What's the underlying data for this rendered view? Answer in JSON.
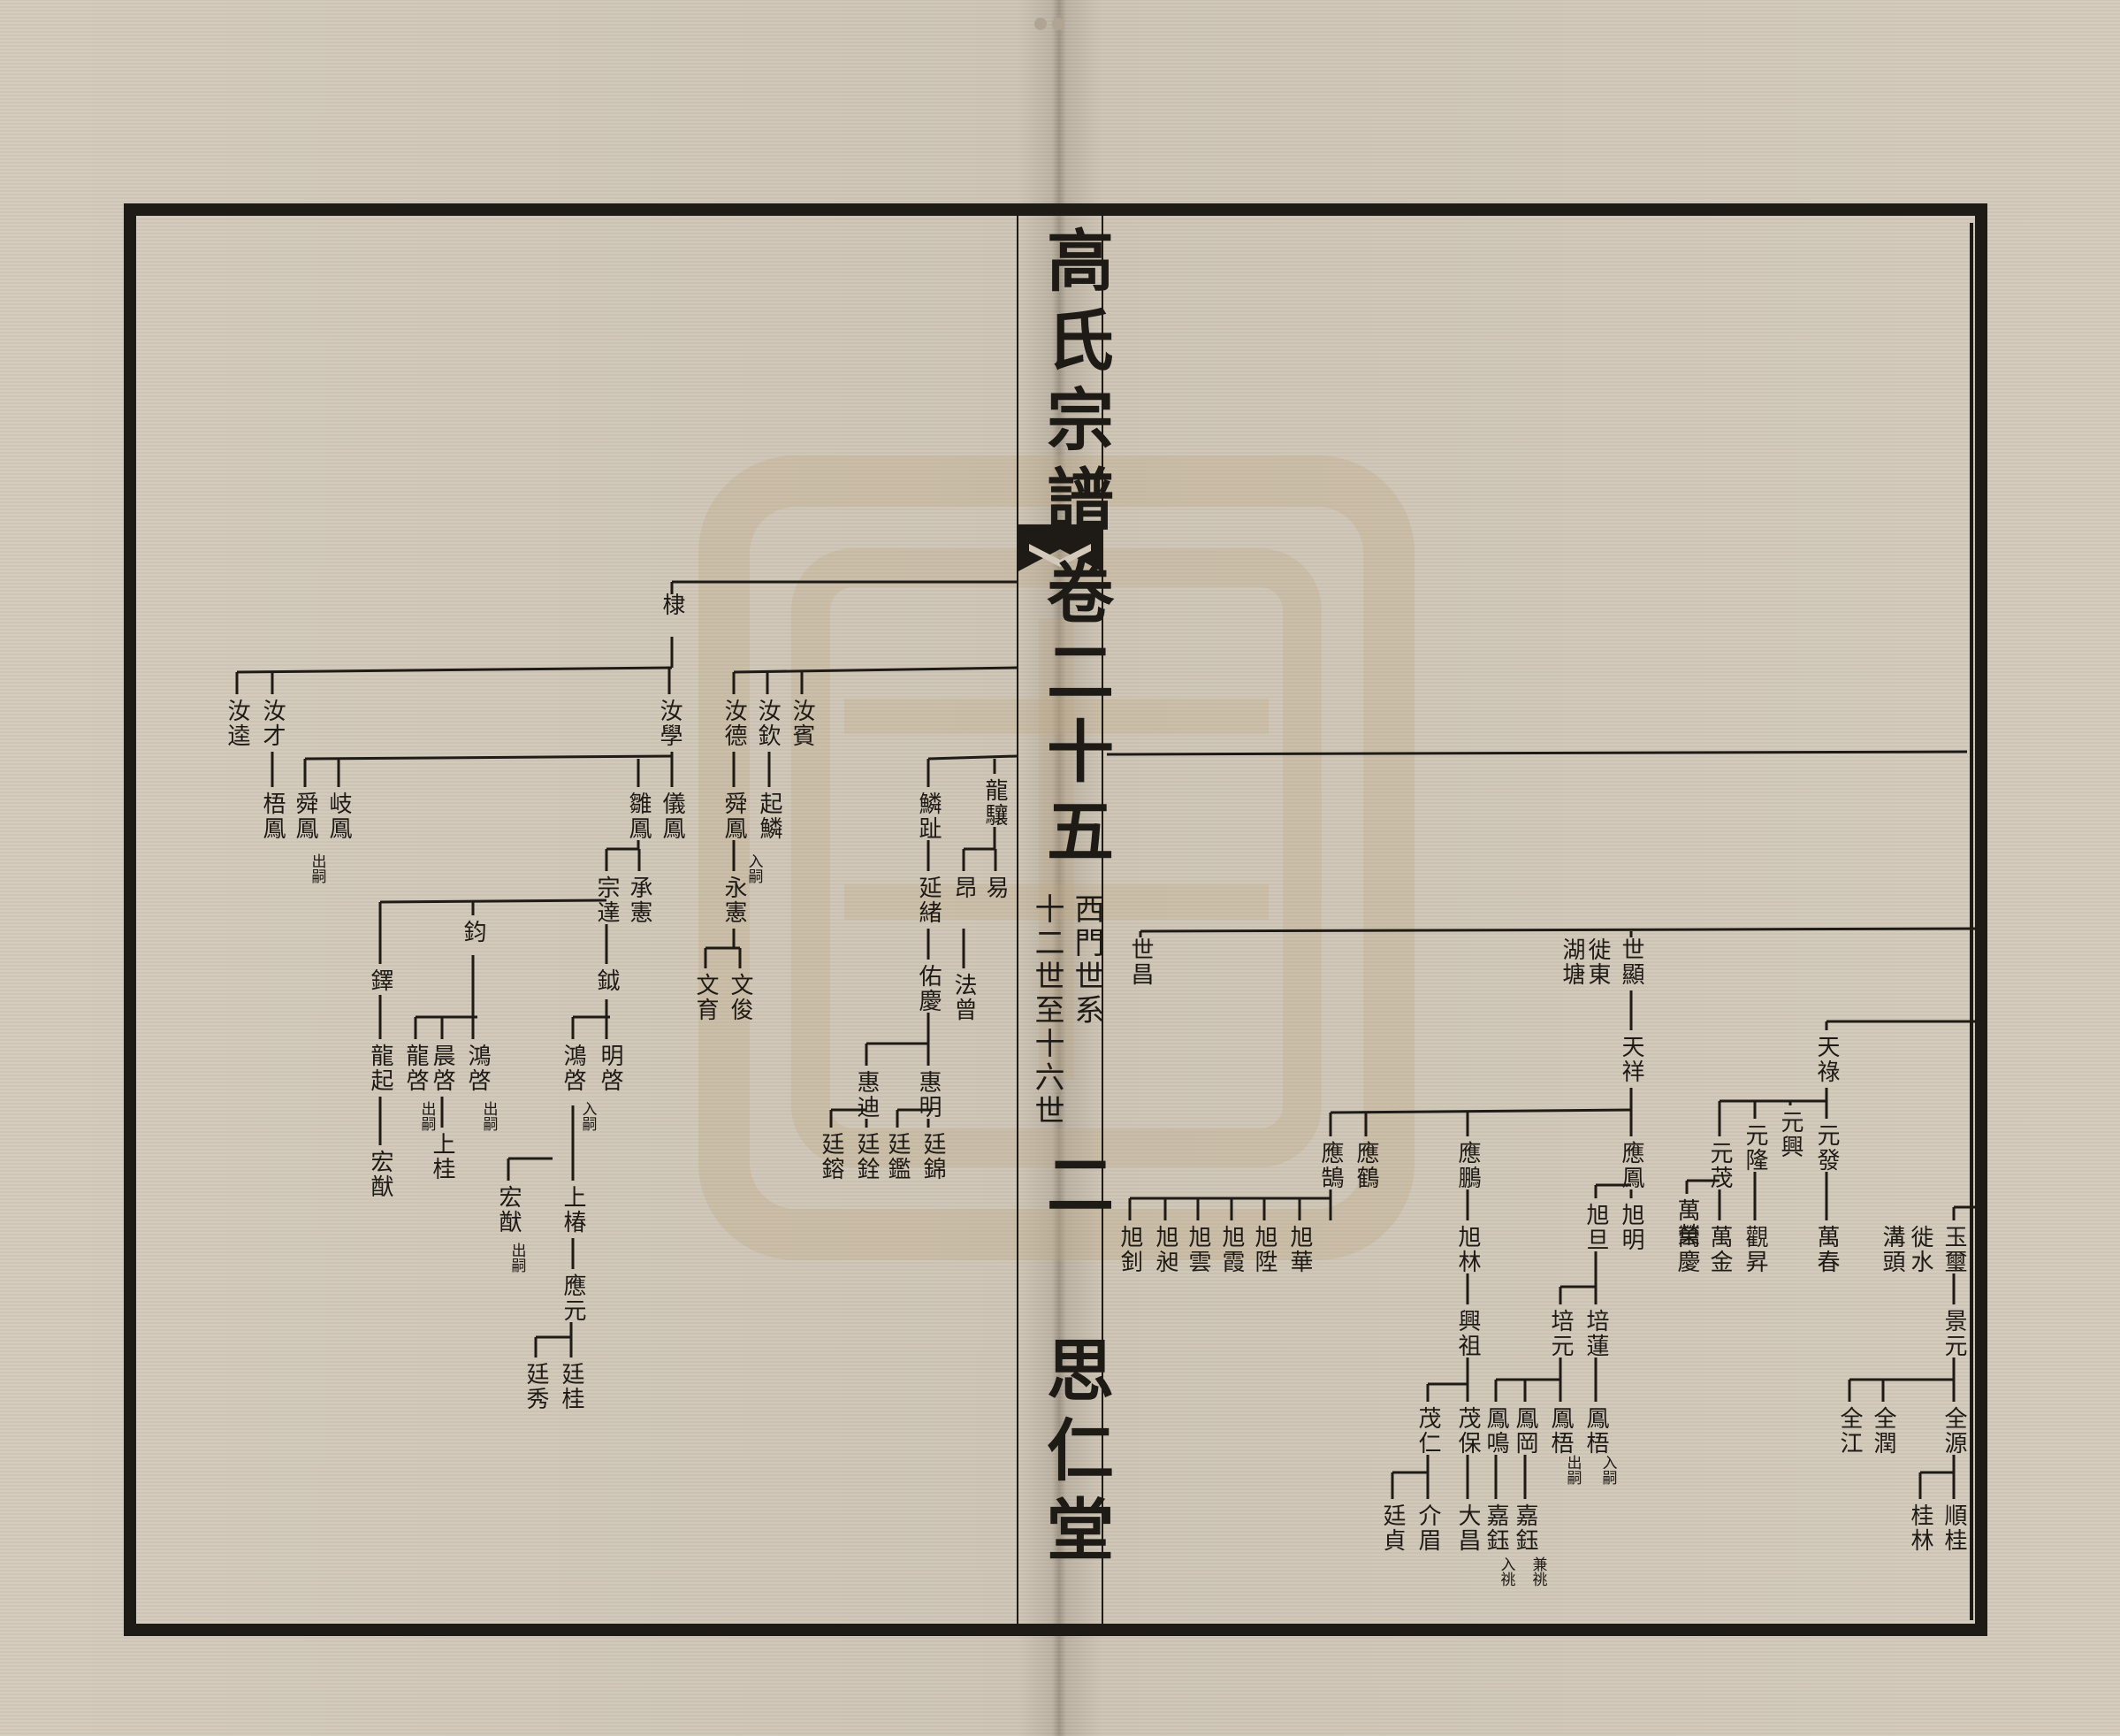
{
  "spine": {
    "title": "高氏宗譜",
    "volume": "卷二十五",
    "section": "西門世系",
    "generations": "十二世至十六世",
    "page": "二",
    "hall": "思仁堂"
  },
  "left_page": [
    [
      "棣",
      760,
      670
    ],
    [
      "汝逵",
      268,
      790
    ],
    [
      "汝才",
      308,
      790
    ],
    [
      "汝學",
      757,
      790
    ],
    [
      "汝德",
      830,
      790
    ],
    [
      "汝欽",
      868,
      790
    ],
    [
      "汝賓",
      907,
      790
    ],
    [
      "梧鳳",
      308,
      895
    ],
    [
      "舜鳳",
      345,
      895
    ],
    [
      "岐鳳",
      383,
      895
    ],
    [
      "雛鳳",
      722,
      895
    ],
    [
      "儀鳳",
      760,
      895
    ],
    [
      "舜鳳",
      830,
      895
    ],
    [
      "起鱗",
      870,
      895
    ],
    [
      "鱗趾",
      1050,
      895
    ],
    [
      "龍驤",
      1125,
      880
    ],
    [
      "宗達",
      686,
      990
    ],
    [
      "承憲",
      723,
      990
    ],
    [
      "永憲",
      830,
      990
    ],
    [
      "昂",
      1090,
      990
    ],
    [
      "易",
      1126,
      990
    ],
    [
      "延緒",
      1050,
      990
    ],
    [
      "文育",
      798,
      1100
    ],
    [
      "文俊",
      837,
      1100
    ],
    [
      "佑慶",
      1050,
      1090
    ],
    [
      "法曾",
      1090,
      1100
    ],
    [
      "鐸",
      430,
      1095
    ],
    [
      "鈞",
      535,
      1040
    ],
    [
      "鉞",
      686,
      1095
    ],
    [
      "龍起",
      430,
      1180
    ],
    [
      "龍啓",
      470,
      1180
    ],
    [
      "晨啓",
      500,
      1180
    ],
    [
      "鴻啓",
      540,
      1180
    ],
    [
      "鴻啓",
      648,
      1180
    ],
    [
      "明啓",
      690,
      1180
    ],
    [
      "惠迪",
      980,
      1210
    ],
    [
      "惠明",
      1050,
      1210
    ],
    [
      "宏猷",
      430,
      1300
    ],
    [
      "上桂",
      500,
      1280
    ],
    [
      "宏猷",
      575,
      1340
    ],
    [
      "上椿",
      648,
      1340
    ],
    [
      "廷鎔",
      940,
      1280
    ],
    [
      "廷銓",
      980,
      1280
    ],
    [
      "廷鑑",
      1015,
      1280
    ],
    [
      "廷錦",
      1055,
      1280
    ],
    [
      "應元",
      648,
      1440
    ],
    [
      "廷秀",
      606,
      1540
    ],
    [
      "廷桂",
      646,
      1540
    ]
  ],
  "left_notes": [
    [
      "出嗣",
      358,
      965
    ],
    [
      "入嗣",
      852,
      965
    ],
    [
      "出嗣",
      482,
      1245
    ],
    [
      "出嗣",
      552,
      1245
    ],
    [
      "入嗣",
      664,
      1245
    ],
    [
      "出嗣",
      584,
      1405
    ]
  ],
  "right_page": [
    [
      "世昌",
      1290,
      1060
    ],
    [
      "世顯",
      1845,
      1060
    ],
    [
      "徙東",
      1807,
      1060
    ],
    [
      "湖塘",
      1778,
      1060
    ],
    [
      "天祥",
      1845,
      1170
    ],
    [
      "天祿",
      2066,
      1170
    ],
    [
      "應鶴",
      1545,
      1290
    ],
    [
      "應鵠",
      1505,
      1290
    ],
    [
      "應鵬",
      1660,
      1290
    ],
    [
      "應鳳",
      1845,
      1290
    ],
    [
      "元興",
      2025,
      1255
    ],
    [
      "元隆",
      1985,
      1270
    ],
    [
      "元茂",
      1945,
      1290
    ],
    [
      "元發",
      2066,
      1270
    ],
    [
      "旭華",
      1470,
      1385
    ],
    [
      "旭陞",
      1430,
      1385
    ],
    [
      "旭霞",
      1393,
      1385
    ],
    [
      "旭雲",
      1355,
      1385
    ],
    [
      "旭昶",
      1318,
      1385
    ],
    [
      "旭釗",
      1278,
      1385
    ],
    [
      "旭林",
      1660,
      1385
    ],
    [
      "旭旦",
      1805,
      1360
    ],
    [
      "旭明",
      1845,
      1360
    ],
    [
      "觀昇",
      1985,
      1385
    ],
    [
      "萬金",
      1945,
      1385
    ],
    [
      "萬榮",
      1908,
      1355
    ],
    [
      "萬慶",
      1908,
      1385
    ],
    [
      "萬春",
      2066,
      1385
    ],
    [
      "玉璽",
      2210,
      1385
    ],
    [
      "徙水",
      2172,
      1385
    ],
    [
      "溝頭",
      2140,
      1385
    ],
    [
      "興祖",
      1660,
      1480
    ],
    [
      "培元",
      1765,
      1480
    ],
    [
      "培蓮",
      1805,
      1480
    ],
    [
      "景元",
      2210,
      1480
    ],
    [
      "茂保",
      1660,
      1590
    ],
    [
      "茂仁",
      1615,
      1590
    ],
    [
      "鳳鳴",
      1692,
      1590
    ],
    [
      "鳳岡",
      1725,
      1590
    ],
    [
      "鳳梧",
      1765,
      1590
    ],
    [
      "鳳梧",
      1805,
      1590
    ],
    [
      "全源",
      2210,
      1590
    ],
    [
      "全潤",
      2130,
      1590
    ],
    [
      "全江",
      2092,
      1590
    ],
    [
      "大昌",
      1660,
      1700
    ],
    [
      "介眉",
      1615,
      1700
    ],
    [
      "廷貞",
      1575,
      1700
    ],
    [
      "嘉鈺",
      1692,
      1700
    ],
    [
      "嘉鈺",
      1725,
      1700
    ],
    [
      "順桂",
      2210,
      1700
    ],
    [
      "桂林",
      2172,
      1700
    ]
  ],
  "right_notes": [
    [
      "出嗣",
      1778,
      1645
    ],
    [
      "入嗣",
      1818,
      1645
    ],
    [
      "入祧",
      1703,
      1760
    ],
    [
      "兼祧",
      1739,
      1760
    ]
  ]
}
